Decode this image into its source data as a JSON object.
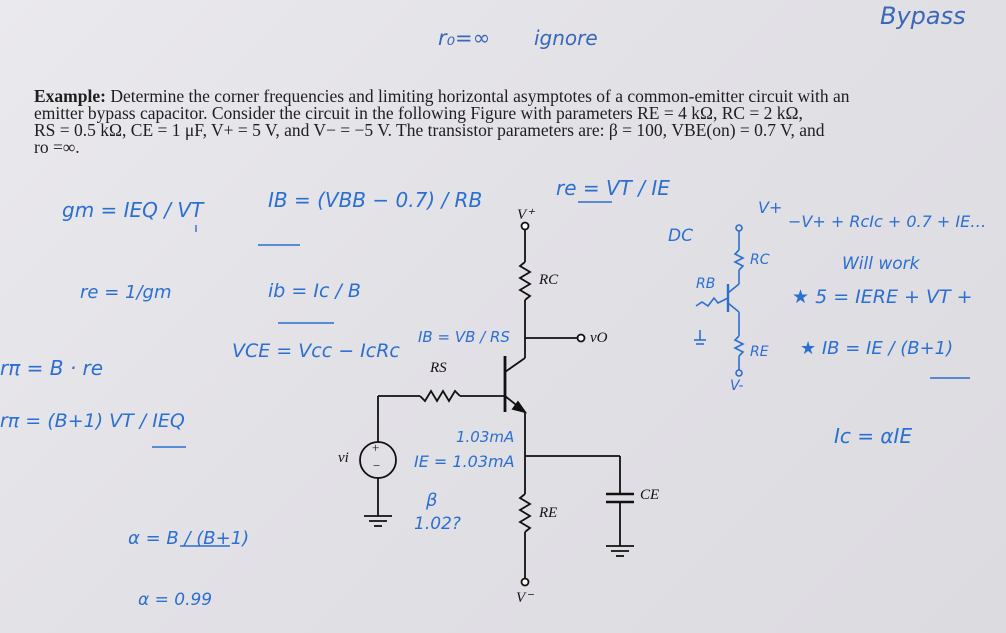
{
  "header_notes": {
    "ro_note": "r₀=∞",
    "ignore_note": "ignore",
    "bypass_note": "Bypass"
  },
  "problem": {
    "label": "Example:",
    "line1": "Determine the corner frequencies and limiting horizontal asymptotes of a common-emitter circuit with an",
    "line2": "emitter bypass capacitor. Consider the circuit in the following Figure with parameters RE = 4 kΩ, RC = 2 kΩ,",
    "line3": "RS = 0.5 kΩ, CE = 1 μF, V+ = 5 V, and V− = −5 V. The transistor parameters are: β = 100, VBE(on) = 0.7 V, and",
    "line4": "ro =∞."
  },
  "circuit_labels": {
    "vplus": "V⁺",
    "rc": "RC",
    "vo": "vO",
    "rs": "RS",
    "vi": "vi",
    "re": "RE",
    "ce": "CE",
    "vminus": "V⁻",
    "plus_sign": "+",
    "minus_sign": "−"
  },
  "handwritten": {
    "gm": "gm = IEQ / VT",
    "ib": "IB = (VBB − 0.7) / RB",
    "re_small": "re = VT / IE",
    "dc": "DC",
    "re_d": "re = 1/gm",
    "ib_ic": "ib = Ic / B",
    "ib_vb": "IB = VB / RS",
    "vce": "VCE = Vcc − IcRc",
    "rpi_b": "rπ = B · re",
    "rpi": "rπ = (B+1) VT / IEQ",
    "current": "1.03mA",
    "ie": "IE = 1.03mA",
    "beta": "β",
    "beta_val": "1.02?",
    "alpha": "α = B / (B+1)",
    "alpha_val": "α = 0.99",
    "vp": "V+",
    "rc_side": "RC",
    "rb_side": "RB",
    "re_side": "RE",
    "vm": "V-",
    "kvl": "−V+ + RcIc + 0.7 + IE…",
    "will_work": "Will work",
    "eq5": "★ 5 = IERE + VT +",
    "ib_eq": "★ IB = IE / (B+1)",
    "ic_eq": "Ic = αIE"
  }
}
